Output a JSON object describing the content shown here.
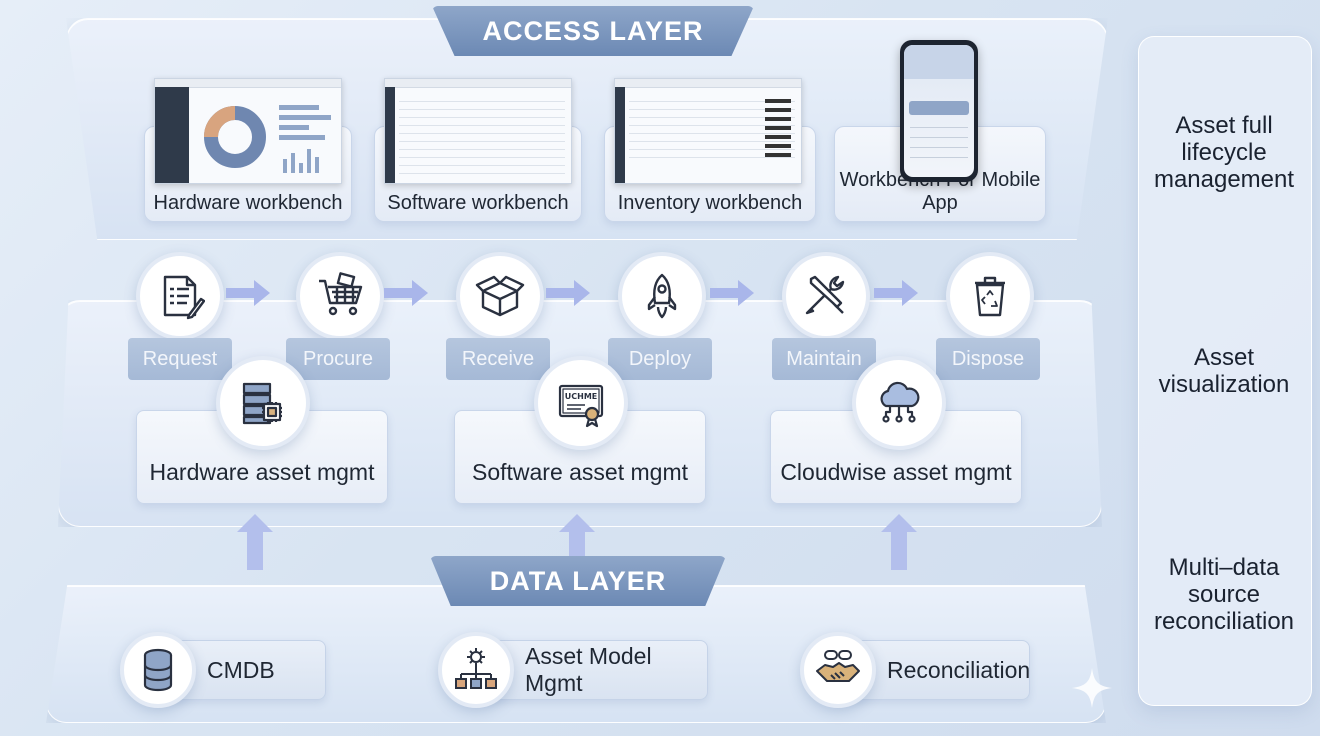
{
  "access_layer": {
    "title": "ACCESS LAYER",
    "workbenches": [
      {
        "label": "Hardware workbench",
        "icon": "dashboard-screenshot"
      },
      {
        "label": "Software workbench",
        "icon": "table-screenshot"
      },
      {
        "label": "Inventory workbench",
        "icon": "inventory-screenshot"
      },
      {
        "label": "Workbench For Mobile App",
        "icon": "mobile-phone"
      }
    ]
  },
  "lifecycle": [
    {
      "label": "Request",
      "icon": "document-pen-icon"
    },
    {
      "label": "Procure",
      "icon": "shopping-cart-icon"
    },
    {
      "label": "Receive",
      "icon": "box-icon"
    },
    {
      "label": "Deploy",
      "icon": "rocket-icon"
    },
    {
      "label": "Maintain",
      "icon": "tools-icon"
    },
    {
      "label": "Dispose",
      "icon": "recycle-bin-icon"
    }
  ],
  "asset_mgmt": [
    {
      "label": "Hardware asset mgmt",
      "icon": "server-chip-icon"
    },
    {
      "label": "Software asset mgmt",
      "icon": "certificate-icon",
      "icon_text": "UCHME"
    },
    {
      "label": "Cloudwise asset mgmt",
      "icon": "cloud-network-icon"
    }
  ],
  "data_layer": {
    "title": "DATA LAYER",
    "items": [
      {
        "label": "CMDB",
        "icon": "database-icon"
      },
      {
        "label": "Asset Model Mgmt",
        "icon": "gear-hierarchy-icon"
      },
      {
        "label": "Reconciliation",
        "icon": "handshake-icon"
      }
    ]
  },
  "right_column": [
    "Asset full\nlifecycle\nmanagement",
    "Asset\nvisualization",
    "Multi–data\nsource\nreconciliation"
  ],
  "colors": {
    "banner": "#7b95bd",
    "step_label": "#adc0da",
    "arrow": "#aab8ea",
    "icon_stroke": "#2a3140"
  }
}
